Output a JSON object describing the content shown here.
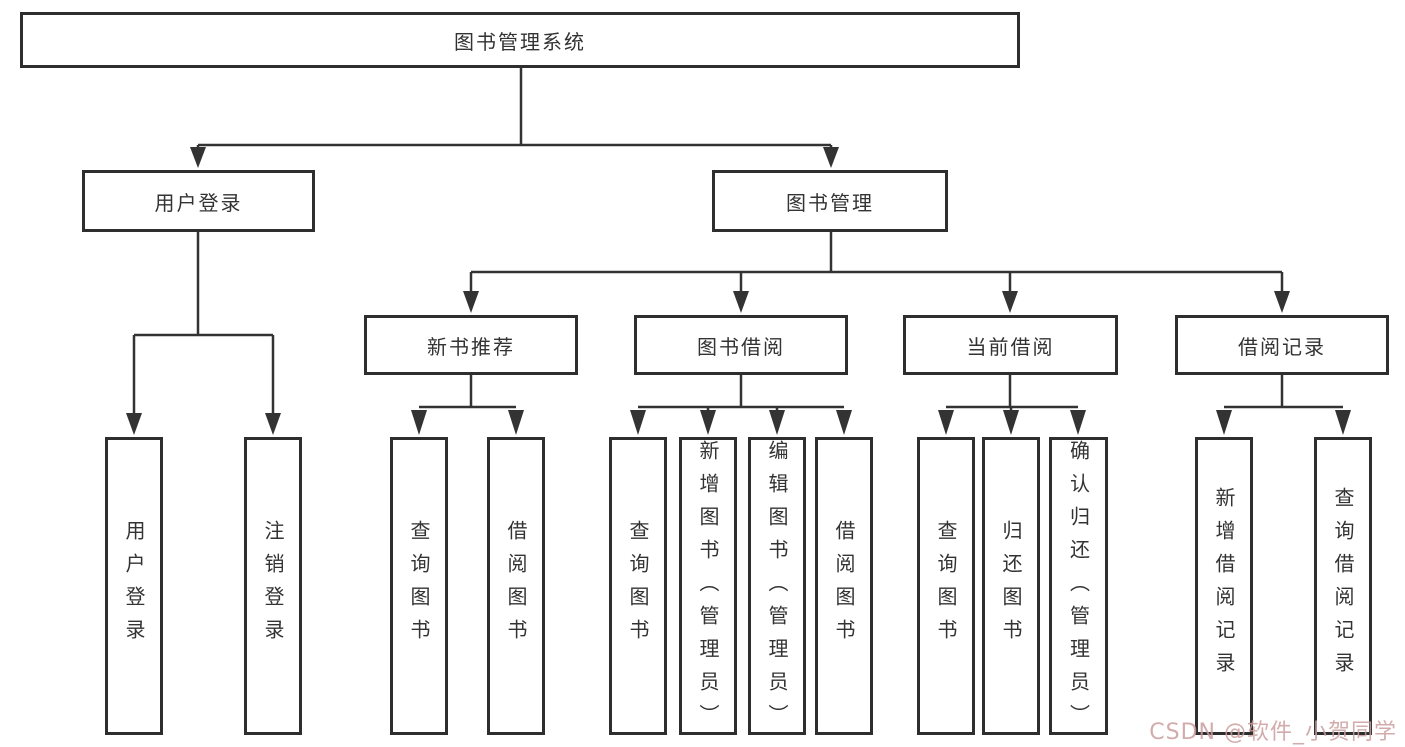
{
  "diagram": {
    "title": "图书管理系统",
    "nodes": {
      "root": "图书管理系统",
      "user_login": "用户登录",
      "book_manage": "图书管理",
      "new_book_recommend": "新书推荐",
      "book_borrow": "图书借阅",
      "current_borrow": "当前借阅",
      "borrow_record": "借阅记录",
      "leaf_user_login": "用户登录",
      "leaf_logout": "注销登录",
      "leaf_recommend_query": "查询图书",
      "leaf_recommend_borrow": "借阅图书",
      "leaf_borrow_query": "查询图书",
      "leaf_borrow_add": "新增图书（管理员）",
      "leaf_borrow_edit": "编辑图书（管理员）",
      "leaf_borrow_borrow": "借阅图书",
      "leaf_current_query": "查询图书",
      "leaf_current_return": "归还图书",
      "leaf_current_confirm": "确认归还（管理员）",
      "leaf_record_add": "新增借阅记录",
      "leaf_record_query": "查询借阅记录"
    },
    "colors": {
      "line": "#333333",
      "box_border": "#2e2e2e",
      "text": "#333333",
      "background": "#ffffff",
      "watermark": "#ca9e9e"
    }
  },
  "watermark": {
    "text": "CSDN @软件_小贺同学"
  }
}
